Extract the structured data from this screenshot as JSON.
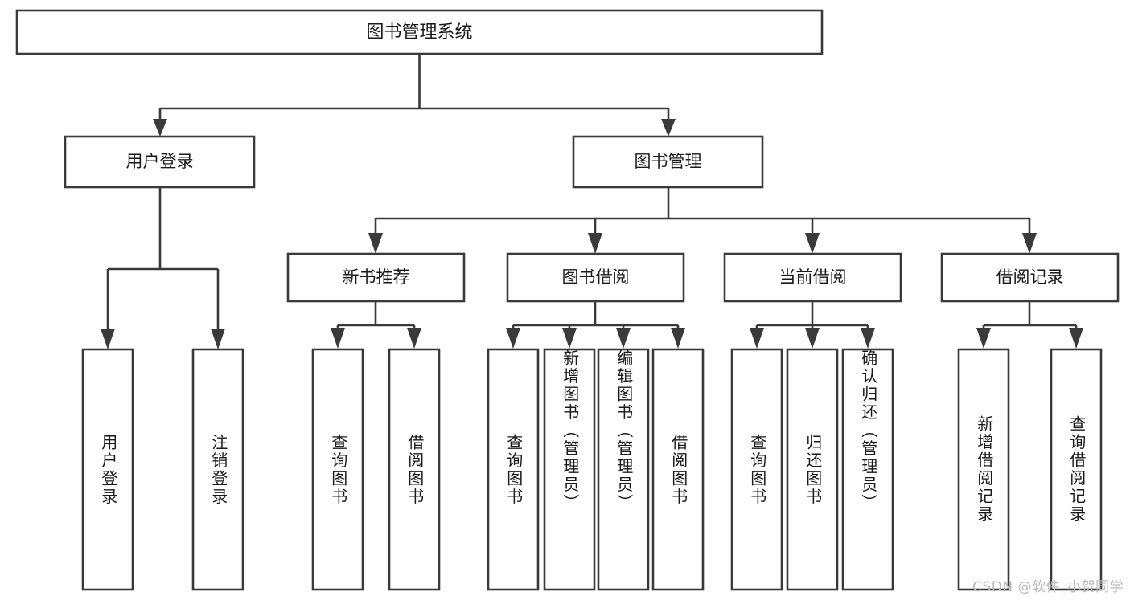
{
  "diagram": {
    "title_node": {
      "label": "图书管理系统"
    },
    "level2": [
      {
        "id": "user-login",
        "label": "用户登录"
      },
      {
        "id": "book-management",
        "label": "图书管理"
      }
    ],
    "level3": [
      {
        "id": "new-book-recommend",
        "label": "新书推荐"
      },
      {
        "id": "book-borrow",
        "label": "图书借阅"
      },
      {
        "id": "current-borrow",
        "label": "当前借阅"
      },
      {
        "id": "borrow-record",
        "label": "借阅记录"
      }
    ],
    "leaves": {
      "user_login": [
        {
          "id": "leaf-user-login",
          "label": "用户登录"
        },
        {
          "id": "leaf-logout",
          "label": "注销登录"
        }
      ],
      "new_book_recommend": [
        {
          "id": "leaf-query-books-1",
          "label": "查询图书"
        },
        {
          "id": "leaf-borrow-books-1",
          "label": "借阅图书"
        }
      ],
      "book_borrow": [
        {
          "id": "leaf-query-books-2",
          "label": "查询图书"
        },
        {
          "id": "leaf-add-book",
          "label": "新增图书（管理员）"
        },
        {
          "id": "leaf-edit-book",
          "label": "编辑图书（管理员）"
        },
        {
          "id": "leaf-borrow-books-2",
          "label": "借阅图书"
        }
      ],
      "current_borrow": [
        {
          "id": "leaf-query-books-3",
          "label": "查询图书"
        },
        {
          "id": "leaf-return-book",
          "label": "归还图书"
        },
        {
          "id": "leaf-confirm-return",
          "label": "确认归还（管理员）"
        }
      ],
      "borrow_record": [
        {
          "id": "leaf-add-record",
          "label": "新增借阅记录"
        },
        {
          "id": "leaf-query-record",
          "label": "查询借阅记录"
        }
      ]
    },
    "colors": {
      "stroke": "#3a3a3a",
      "fill": "#ffffff",
      "text": "#1a1a1a",
      "watermark": "#b9b9b9"
    }
  },
  "watermark": {
    "text": "CSDN @软件_小贺同学"
  }
}
